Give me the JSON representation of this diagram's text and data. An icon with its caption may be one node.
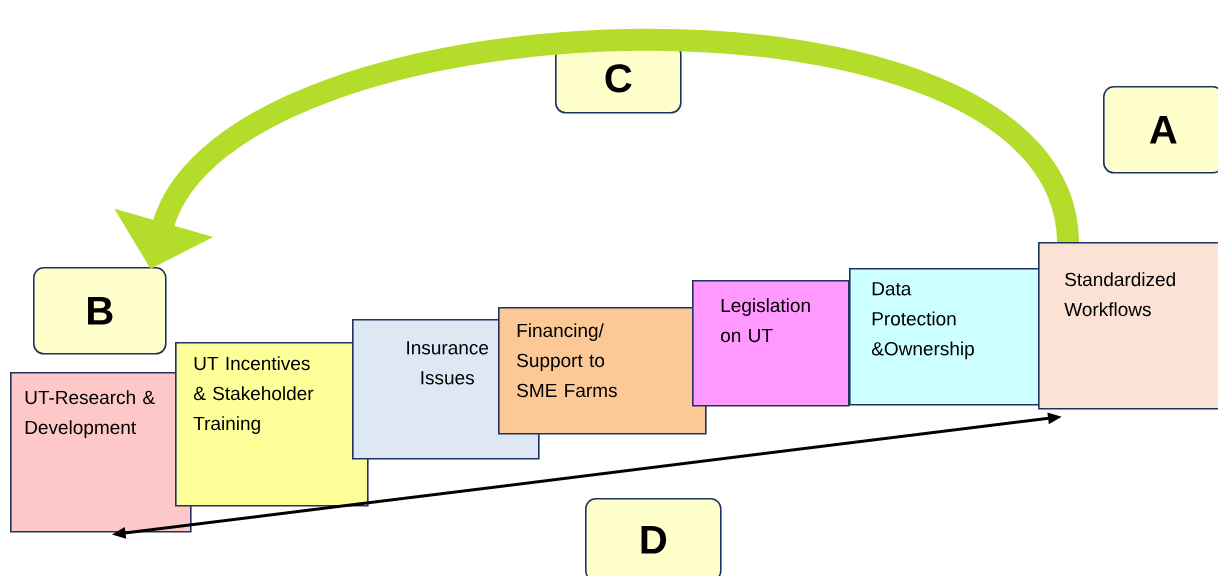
{
  "diagram": {
    "nodes": [
      {
        "text": [
          "C"
        ]
      },
      {
        "text": [
          "A"
        ]
      },
      {
        "text": [
          "B"
        ]
      },
      {
        "text": [
          "UT-Research & Development"
        ]
      },
      {
        "text": [
          "UT Incentives & Stakeholder Training"
        ]
      },
      {
        "text": [
          "Insurance Issues"
        ]
      },
      {
        "text": [
          "Financing/ Support to SME Farms"
        ]
      },
      {
        "text": [
          "Legislation on UT"
        ]
      },
      {
        "text": [
          "Data Protection &Ownership"
        ]
      },
      {
        "text": [
          "Standardized Workflows"
        ]
      },
      {
        "text": [
          "D"
        ]
      }
    ],
    "edges": [
      {
        "from": 9,
        "to": 2,
        "arrow": "to",
        "style": "thick",
        "color": "#b4dc2a"
      },
      {
        "from": 3,
        "to": 9,
        "arrow": "both",
        "color": "#000000"
      }
    ]
  }
}
